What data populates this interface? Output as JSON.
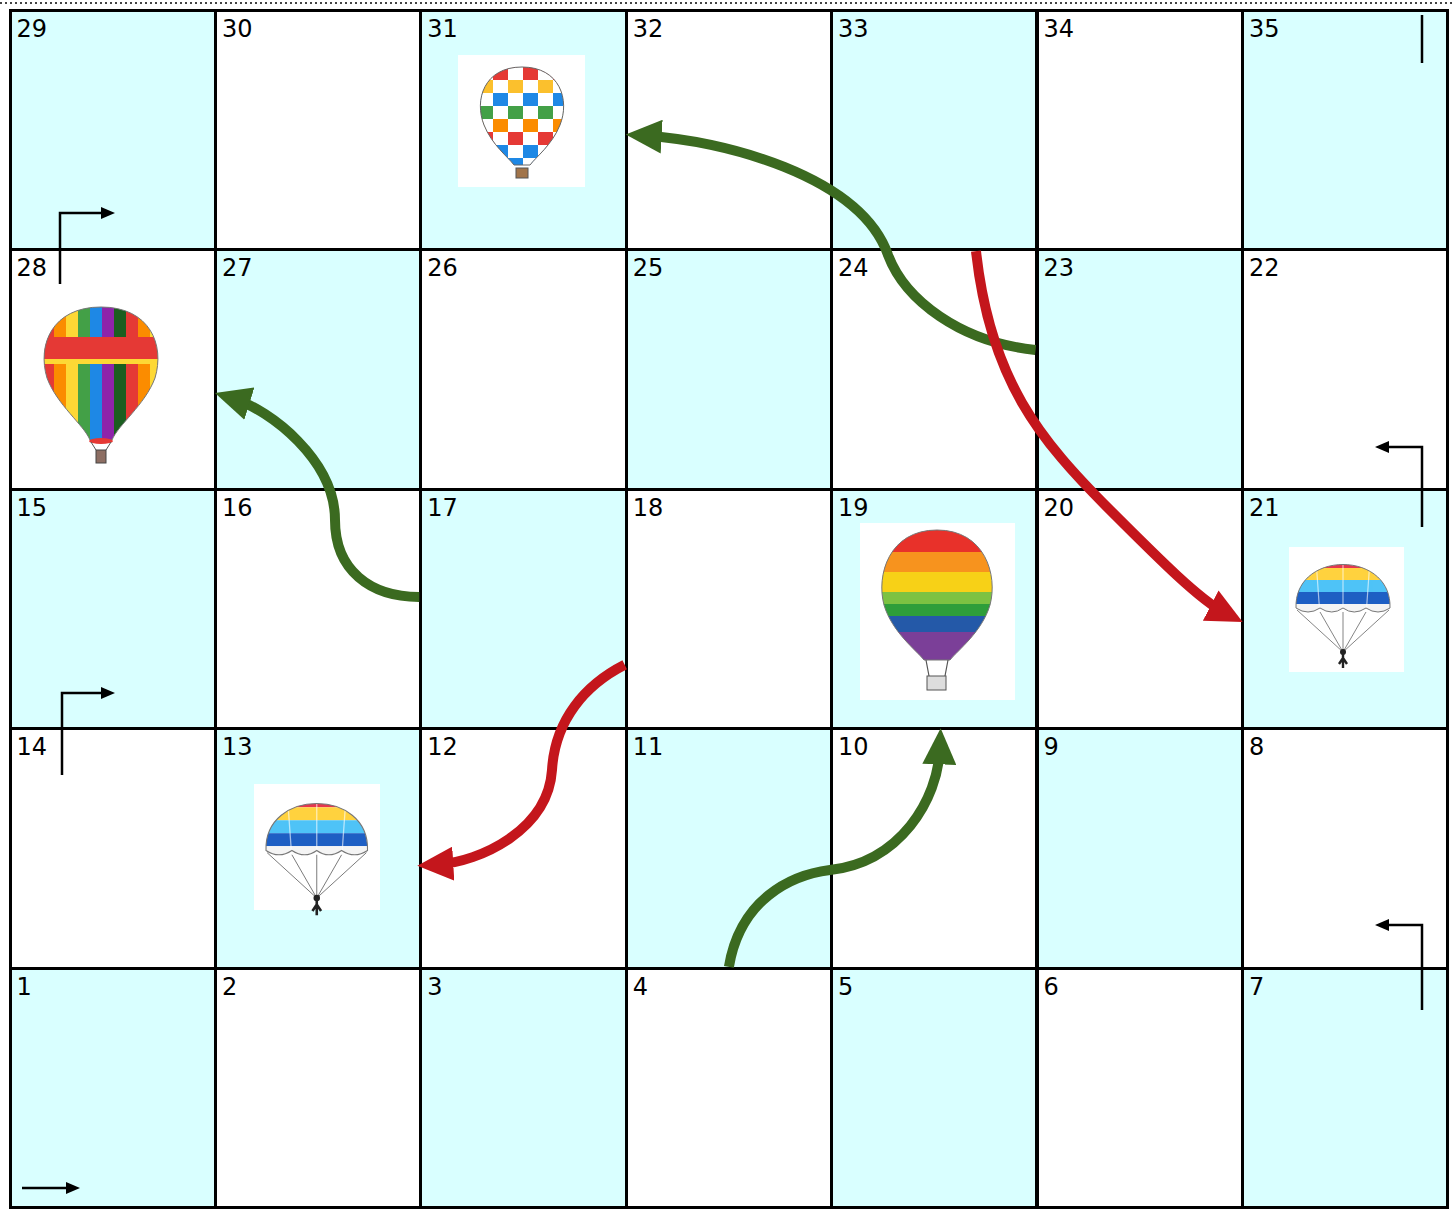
{
  "diagram": {
    "nodes": [
      {
        "text": [
          "29"
        ]
      },
      {
        "text": [
          "30"
        ]
      },
      {
        "text": [
          "31"
        ]
      },
      {
        "text": [
          "32"
        ]
      },
      {
        "text": [
          "33"
        ]
      },
      {
        "text": [
          "34"
        ]
      },
      {
        "text": [
          "35"
        ]
      },
      {
        "text": [
          "28"
        ]
      },
      {
        "text": [
          "27"
        ]
      },
      {
        "text": [
          "26"
        ]
      },
      {
        "text": [
          "25"
        ]
      },
      {
        "text": [
          "24"
        ]
      },
      {
        "text": [
          "23"
        ]
      },
      {
        "text": [
          "22"
        ]
      },
      {
        "text": [
          "15"
        ]
      },
      {
        "text": [
          "16"
        ]
      },
      {
        "text": [
          "17"
        ]
      },
      {
        "text": [
          "18"
        ]
      },
      {
        "text": [
          "19"
        ]
      },
      {
        "text": [
          "20"
        ]
      },
      {
        "text": [
          "21"
        ]
      },
      {
        "text": [
          "14"
        ]
      },
      {
        "text": [
          "13"
        ]
      },
      {
        "text": [
          "12"
        ]
      },
      {
        "text": [
          "11"
        ]
      },
      {
        "text": [
          "10"
        ]
      },
      {
        "text": [
          "9"
        ]
      },
      {
        "text": [
          "8"
        ]
      },
      {
        "text": [
          "1"
        ]
      },
      {
        "text": [
          "2"
        ]
      },
      {
        "text": [
          "3"
        ]
      },
      {
        "text": [
          "4"
        ]
      },
      {
        "text": [
          "5"
        ]
      },
      {
        "text": [
          "6"
        ]
      },
      {
        "text": [
          "7"
        ]
      }
    ],
    "edges": [
      {
        "from": 31,
        "to": 18,
        "arrow": "to"
      },
      {
        "from": 16,
        "to": 7,
        "arrow": "to"
      },
      {
        "from": 12,
        "to": 2,
        "arrow": "to"
      },
      {
        "from": 4,
        "to": 20,
        "arrow": "to"
      },
      {
        "from": 17,
        "to": 23,
        "arrow": "to"
      }
    ]
  }
}
